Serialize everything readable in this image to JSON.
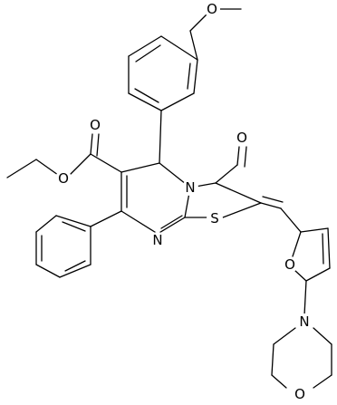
{
  "molecule": {
    "atoms": [
      {
        "id": "O_methoxy",
        "label": "O"
      },
      {
        "id": "O_ester_carbonyl",
        "label": "O"
      },
      {
        "id": "O_ester",
        "label": "O"
      },
      {
        "id": "O_oxo",
        "label": "O"
      },
      {
        "id": "N_ring",
        "label": "N"
      },
      {
        "id": "N_imine",
        "label": "N"
      },
      {
        "id": "S_thiazole",
        "label": "S"
      },
      {
        "id": "O_furan",
        "label": "O"
      },
      {
        "id": "N_morpholine",
        "label": "N"
      },
      {
        "id": "O_morpholine",
        "label": "O"
      }
    ],
    "colors": {
      "bond": "#000000",
      "label": "#000000",
      "background": "#ffffff"
    }
  }
}
